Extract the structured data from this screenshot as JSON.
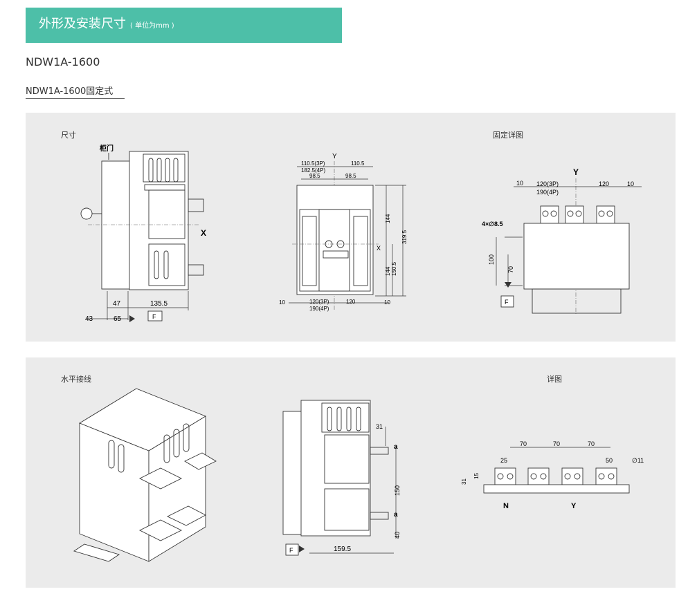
{
  "header": {
    "title": "外形及安装尺寸",
    "unit_note": "( 单位为mm )"
  },
  "model": "NDW1A-1600",
  "subtitle": "NDW1A-1600固定式",
  "panel1": {
    "left_label": "尺寸",
    "right_label": "固定详图",
    "side_view": {
      "door": "柜门",
      "axis": "X",
      "dims": [
        "47",
        "135.5",
        "43",
        "65"
      ],
      "f": "F"
    },
    "front_view": {
      "axis_y": "Y",
      "axis_x": "X",
      "top_dims": [
        "110.5(3P)",
        "182.5(4P)",
        "98.5",
        "110.5",
        "98.5"
      ],
      "right_dims": [
        "144",
        "319.5",
        "144",
        "150.5"
      ],
      "bottom_dims": [
        "10",
        "120(3P)",
        "190(4P)",
        "120",
        "10"
      ]
    },
    "fix_detail": {
      "axis_y": "Y",
      "dims": [
        "10",
        "120(3P)",
        "190(4P)",
        "120",
        "10",
        "4×∅8.5",
        "100",
        "70"
      ],
      "f": "F"
    }
  },
  "panel2": {
    "left_label": "水平接线",
    "right_label": "详图",
    "side_view": {
      "dims": [
        "31",
        "a",
        "150",
        "a",
        "40",
        "159.5"
      ],
      "f": "F"
    },
    "detail": {
      "dims": [
        "70",
        "70",
        "70",
        "25",
        "50",
        "∅11",
        "31",
        "15"
      ],
      "n": "N",
      "y": "Y"
    }
  }
}
